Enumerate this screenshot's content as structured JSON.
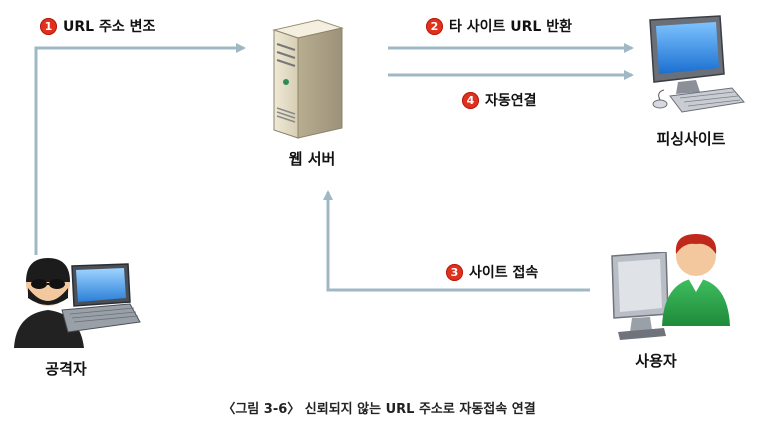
{
  "steps": {
    "s1": {
      "num": "1",
      "text": "URL 주소 변조"
    },
    "s2": {
      "num": "2",
      "text": "타 사이트 URL 반환"
    },
    "s3": {
      "num": "3",
      "text": "사이트 접속"
    },
    "s4": {
      "num": "4",
      "text": "자동연결"
    }
  },
  "nodes": {
    "web_server": "웹 서버",
    "phishing_site": "피싱사이트",
    "attacker": "공격자",
    "user": "사용자"
  },
  "caption": "〈그림 3-6〉 신뢰되지 않는 URL 주소로 자동접속 연결",
  "colors": {
    "arrow": "#9fb8c4",
    "badge": "#e0301e"
  },
  "icons": {
    "server": "server-icon",
    "computer": "computer-icon",
    "hacker": "hacker-icon",
    "laptop": "laptop-icon",
    "user": "user-icon",
    "monitor": "monitor-icon"
  }
}
